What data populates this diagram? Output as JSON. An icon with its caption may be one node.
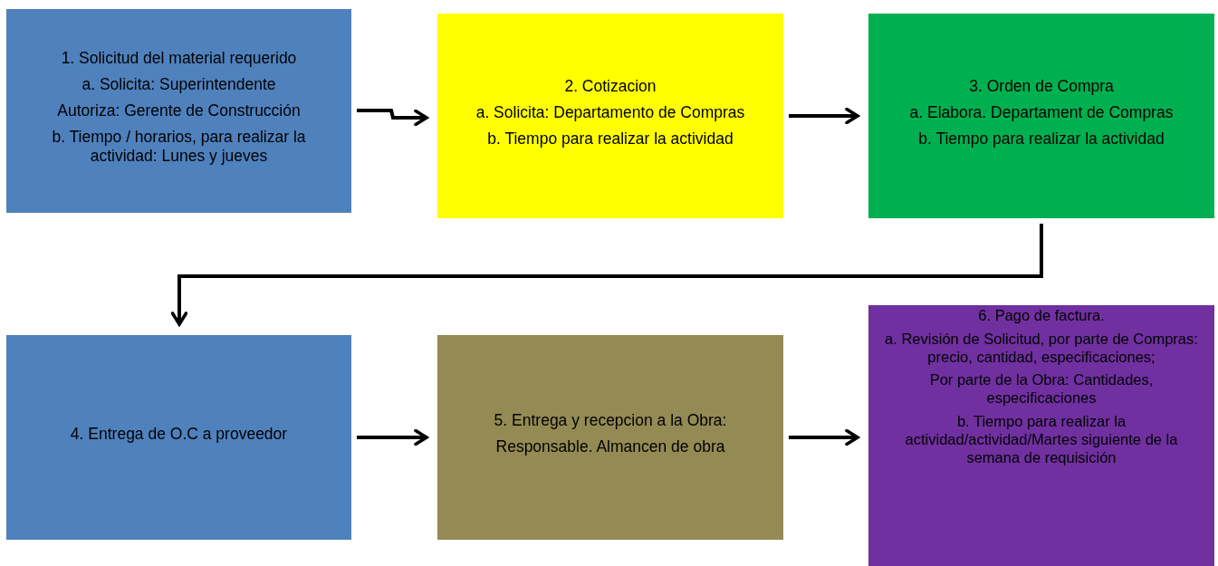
{
  "diagram": {
    "nodes": [
      {
        "text": [
          "1. Solicitud del material requerido",
          "a. Solicita: Superintendente",
          "Autoriza: Gerente de Construcción",
          "b. Tiempo / horarios, para realizar la actividad: Lunes y jueves"
        ]
      },
      {
        "text": [
          "2. Cotizacion",
          "a.  Solicita: Departamento de Compras",
          "b. Tiempo para realizar la actividad"
        ]
      },
      {
        "text": [
          "3. Orden de Compra",
          "a. Elabora. Departament de Compras",
          "b. Tiempo para realizar la actividad"
        ]
      },
      {
        "text": [
          "4. Entrega de O.C a proveedor"
        ]
      },
      {
        "text": [
          "5. Entrega y recepcion  a la Obra:",
          "Responsable. Almancen de obra"
        ]
      },
      {
        "text": [
          "6. Pago de factura.",
          "a. Revisión de Solicitud, por parte de Compras: precio, cantidad, especificaciones;",
          "Por parte de la Obra: Cantidades, especificaciones",
          "b. Tiempo para realizar la actividad/actividad/Martes siguiente  de la semana de requisición"
        ]
      }
    ],
    "edges": [
      {
        "from": 0,
        "to": 1,
        "arrow": "to"
      },
      {
        "from": 1,
        "to": 2,
        "arrow": "to"
      },
      {
        "from": 2,
        "to": 3,
        "arrow": "to"
      },
      {
        "from": 3,
        "to": 4,
        "arrow": "to"
      },
      {
        "from": 4,
        "to": 5,
        "arrow": "to"
      }
    ]
  }
}
